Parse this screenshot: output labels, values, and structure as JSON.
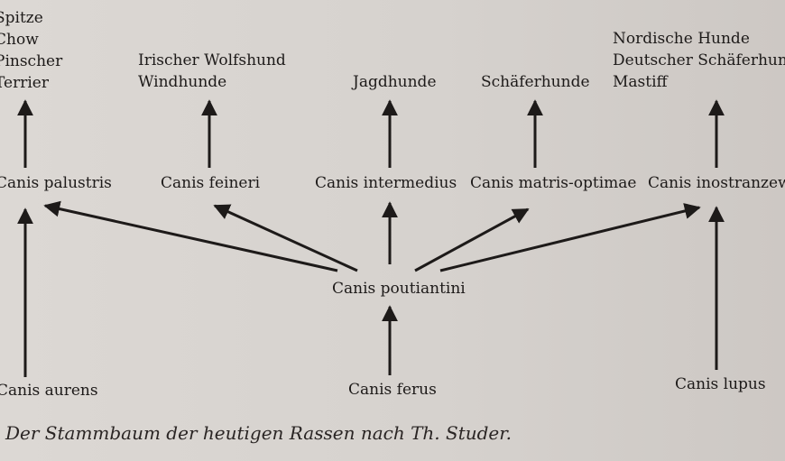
{
  "top_groups": {
    "spitz_group": [
      "Spitze",
      "Chow",
      "Pinscher",
      "Terrier"
    ],
    "wolfhound_group": [
      "Irischer Wolfshund",
      "Windhunde"
    ],
    "jagd_group": [
      "Jagdhunde"
    ],
    "schaefer_group": [
      "Schäferhunde"
    ],
    "nordic_group": [
      "Nordische Hunde",
      "Deutscher Schäferhund",
      "Mastiff"
    ]
  },
  "middle_species": {
    "palustris": "Canis palustris",
    "feineri": "Canis feineri",
    "intermedius": "Canis intermedius",
    "matris": "Canis matris-optimae",
    "inostranzewi": "Canis inostranzewi"
  },
  "center_species": "Canis poutiantini",
  "bottom_species": {
    "aurens": "Canis aurens",
    "ferus": "Canis ferus",
    "lupus": "Canis lupus"
  },
  "caption": "Der Stammbaum der heutigen Rassen nach Th. Studer."
}
